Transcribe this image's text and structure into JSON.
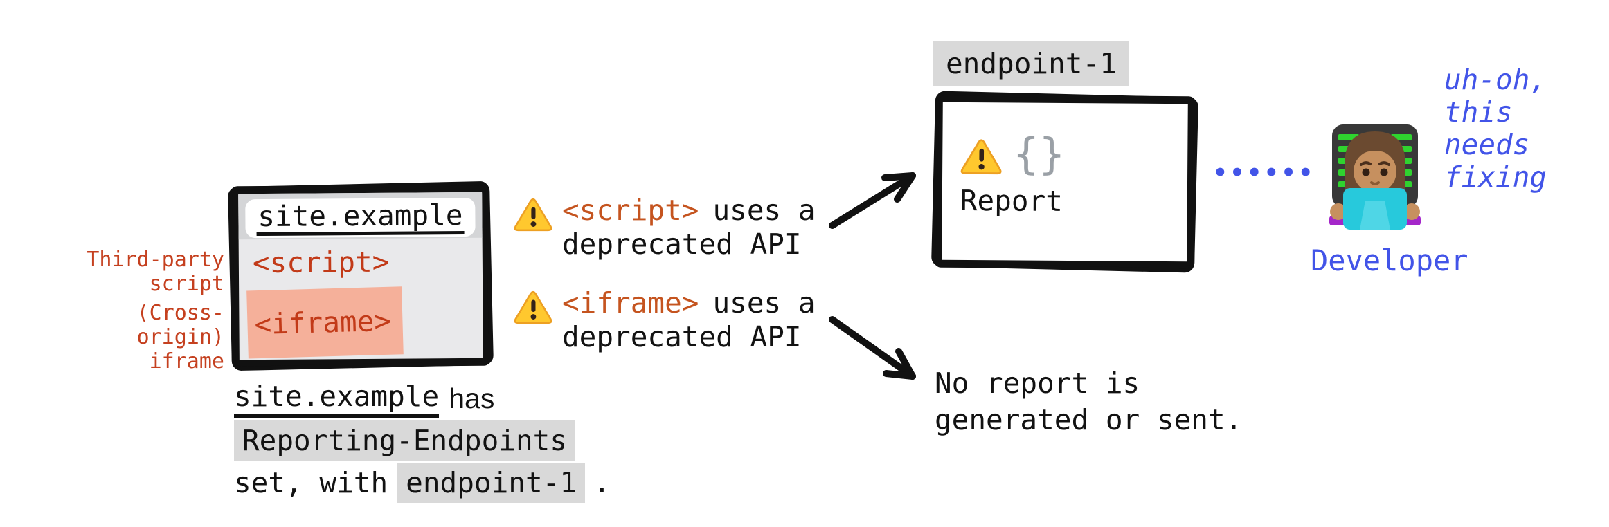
{
  "colors": {
    "red-label": "#c5401f",
    "red-tag": "#c23a18",
    "orange-tag": "#c5541f",
    "blue": "#4254e8",
    "hl-gray": "#d9d9d9",
    "titlebar": "#d4d5d7",
    "window-body": "#e9e9eb",
    "salmon": "#f5b09a",
    "brace-gray": "#9aa0a6",
    "warn-yellow": "#ffc82e",
    "warn-yellow-edge": "#eda023",
    "ink": "#121212"
  },
  "window": {
    "title": "site.example",
    "script_tag": "<script>",
    "iframe_tag": "<iframe>"
  },
  "side_labels": {
    "third_party_line1": "Third-party",
    "third_party_line2": "script",
    "cross_origin_line1": "(Cross-origin)",
    "cross_origin_line2": "iframe"
  },
  "caption": {
    "site": "site.example",
    "has": "has",
    "header": "Reporting-Endpoints",
    "set_with": "set, with",
    "endpoint": "endpoint-1",
    "period": "."
  },
  "warnings": [
    {
      "tag": "<script>",
      "suffix": "uses a",
      "line2": "deprecated API"
    },
    {
      "tag": "<iframe>",
      "suffix": "uses a",
      "line2": "deprecated API"
    }
  ],
  "endpoint": {
    "label": "endpoint-1",
    "braces": "{}",
    "report": "Report"
  },
  "connector": {
    "dots": "••••••"
  },
  "developer": {
    "thought_line1": "uh-oh,",
    "thought_line2": "this",
    "thought_line3": "needs",
    "thought_line4": "fixing",
    "label": "Developer"
  },
  "no_report": {
    "line1": "No report is",
    "line2": "generated or sent."
  },
  "icons": {
    "warning_icon": "⚠",
    "developer_icon": "woman-technologist",
    "report_icon": "json-braces",
    "connector_icon": "dotted-line"
  }
}
